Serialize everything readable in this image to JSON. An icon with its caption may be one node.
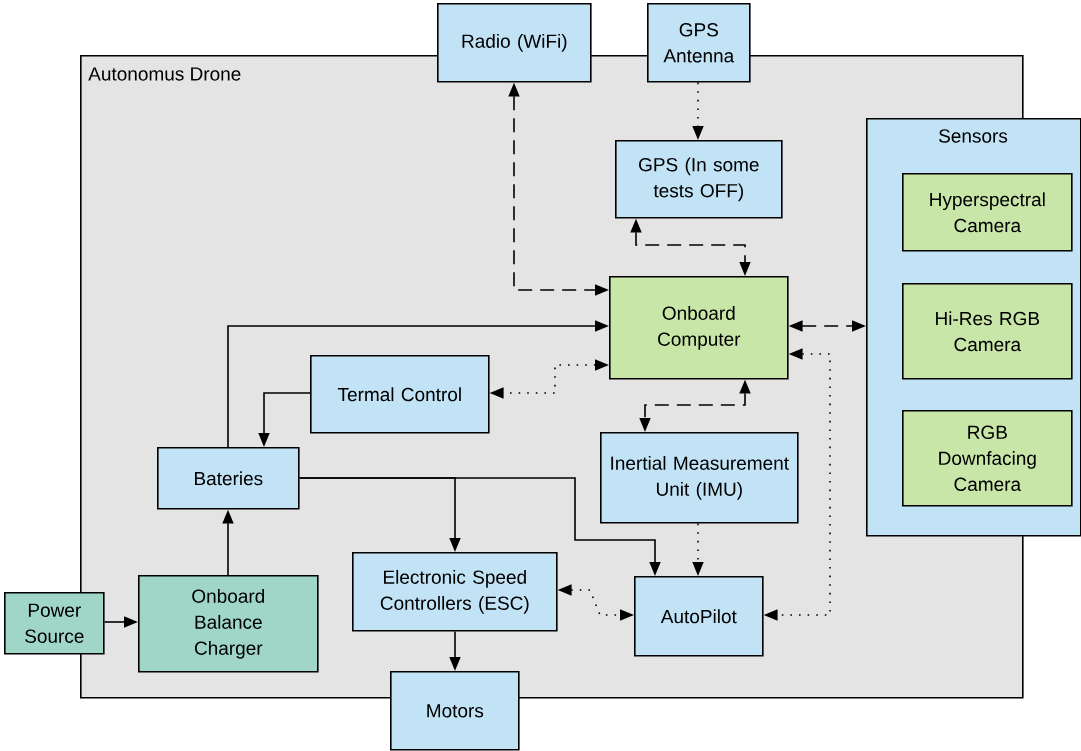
{
  "diagram": {
    "nodes": [
      {
        "text": [
          "Autonomus Drone"
        ]
      },
      {
        "text": [
          "Radio (WiFi)"
        ]
      },
      {
        "text": [
          "GPS Antenna"
        ]
      },
      {
        "text": [
          "GPS (In some tests OFF)"
        ],
        "in": 0
      },
      {
        "text": [
          "Onboard Computer"
        ],
        "in": 0
      },
      {
        "text": [
          "Sensors"
        ]
      },
      {
        "text": [
          "Hyperspectral Camera"
        ],
        "in": 5
      },
      {
        "text": [
          "Hi-Res RGB Camera"
        ],
        "in": 5
      },
      {
        "text": [
          "RGB Downfacing Camera"
        ],
        "in": 5
      },
      {
        "text": [
          "Termal Control"
        ],
        "in": 0
      },
      {
        "text": [
          "Bateries"
        ],
        "in": 0
      },
      {
        "text": [
          "Inertial Measurement Unit (IMU)"
        ],
        "in": 0
      },
      {
        "text": [
          "Electronic Speed Controllers (ESC)"
        ],
        "in": 0
      },
      {
        "text": [
          "AutoPilot"
        ],
        "in": 0
      },
      {
        "text": [
          "Power Source"
        ]
      },
      {
        "text": [
          "Onboard Balance Charger"
        ],
        "in": 0
      },
      {
        "text": [
          "Motors"
        ]
      }
    ],
    "edges": [
      {
        "from": 1,
        "to": 4,
        "arrow": "both",
        "style": "dashed"
      },
      {
        "from": 2,
        "to": 3,
        "arrow": "to",
        "style": "dashed"
      },
      {
        "from": 3,
        "to": 4,
        "arrow": "both",
        "style": "dashed"
      },
      {
        "from": 10,
        "to": 4,
        "arrow": "to"
      },
      {
        "from": 4,
        "to": 5,
        "arrow": "both",
        "style": "dashed"
      },
      {
        "from": 4,
        "to": 9,
        "arrow": "both",
        "style": "dashed"
      },
      {
        "from": 4,
        "to": 13,
        "arrow": "both",
        "style": "dashed"
      },
      {
        "from": 4,
        "to": 11,
        "arrow": "both",
        "style": "dashed"
      },
      {
        "from": 9,
        "to": 10,
        "arrow": "to"
      },
      {
        "from": 10,
        "to": 12,
        "arrow": "to"
      },
      {
        "from": 10,
        "to": 13,
        "arrow": "to"
      },
      {
        "from": 11,
        "to": 13,
        "arrow": "to",
        "style": "dashed"
      },
      {
        "from": 12,
        "to": 13,
        "arrow": "both",
        "style": "dashed"
      },
      {
        "from": 12,
        "to": 16,
        "arrow": "to"
      },
      {
        "from": 15,
        "to": 10,
        "arrow": "to"
      },
      {
        "from": 14,
        "to": 15,
        "arrow": "to"
      }
    ]
  }
}
